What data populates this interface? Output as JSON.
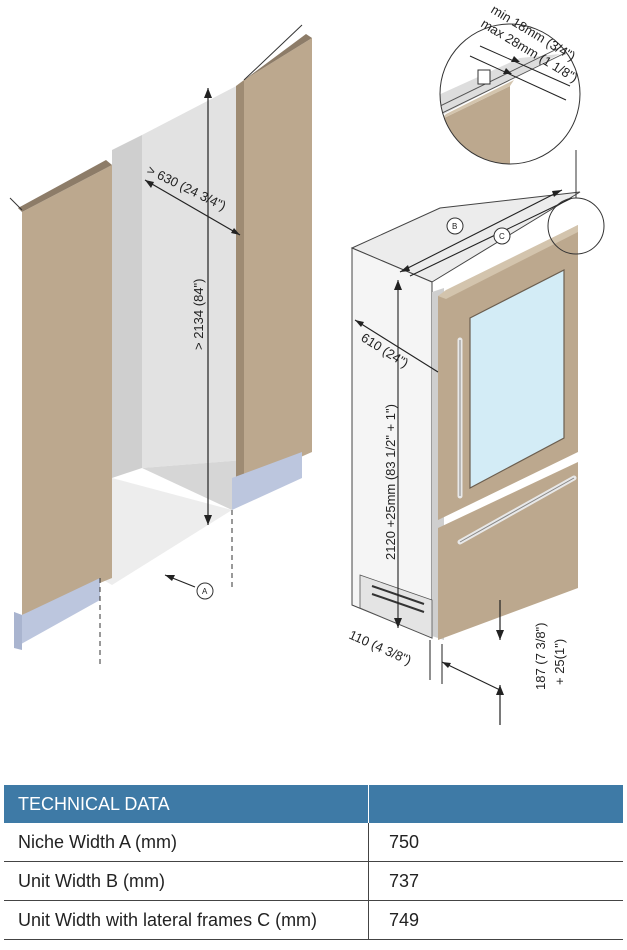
{
  "diagram": {
    "niche": {
      "depth_label": "> 630 (24 3/4\")",
      "height_label": "> 2134 (84\")",
      "marker_a": "A"
    },
    "unit": {
      "marker_b": "B",
      "marker_c": "C",
      "depth_label": "610 (24\")",
      "height_label": "2120 +25mm (83 1/2\" + 1\")",
      "plinth_label": "110 (4 3/8\")",
      "toe_label_1": "187 (7 3/8\")",
      "toe_label_2": "+ 25(1\")"
    },
    "detail": {
      "min_label": "min 18mm (3/4\")",
      "max_label": "max 28mm (1 1/8\")"
    }
  },
  "table": {
    "header": "TECHNICAL DATA",
    "header_value": "",
    "rows": [
      {
        "label": "Niche Width A (mm)",
        "value": "750"
      },
      {
        "label": "Unit Width B (mm)",
        "value": "737"
      },
      {
        "label": "Unit Width with lateral frames C (mm)",
        "value": "749"
      }
    ]
  },
  "colors": {
    "panel": "#bca88e",
    "panel_top": "#cdbba2",
    "wall": "#e4e4e4",
    "floor": "#ededed",
    "plinth": "#bcc6de",
    "glass": "#d3ecf6",
    "header_bg": "#3e7aa6"
  }
}
